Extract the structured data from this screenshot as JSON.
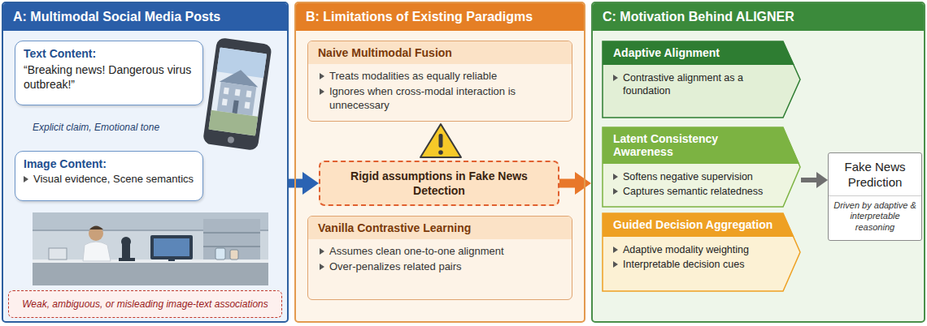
{
  "diagram": {
    "nodes": [
      {
        "text": [
          "A: Multimodal Social Media Posts"
        ]
      },
      {
        "text": [
          "Text Content:",
          "“Breaking news! Dangerous virus outbreak!”"
        ],
        "in": 0
      },
      {
        "text": [
          "Image Content:",
          "Visual evidence, Scene semantics"
        ],
        "in": 0
      },
      {
        "text": [
          "Weak, ambiguous, or misleading image-text associations"
        ],
        "in": 0
      },
      {
        "text": [
          "B: Limitations of Existing Paradigms"
        ]
      },
      {
        "text": [
          "Naive Multimodal Fusion",
          "Treats modalities as equally reliable",
          "Ignores when cross-modal interaction is unnecessary"
        ],
        "in": 4
      },
      {
        "text": [
          "Rigid assumptions in Fake News Detection"
        ],
        "in": 4
      },
      {
        "text": [
          "Vanilla Contrastive Learning",
          "Assumes clean one-to-one alignment",
          "Over-penalizes related pairs"
        ],
        "in": 4
      },
      {
        "text": [
          "C: Motivation Behind ALIGNER"
        ]
      },
      {
        "text": [
          "Adaptive Alignment",
          "Contrastive alignment as a foundation"
        ],
        "in": 8
      },
      {
        "text": [
          "Latent Consistency Awareness",
          "Softens negative supervision",
          "Captures semantic relatedness"
        ],
        "in": 8
      },
      {
        "text": [
          "Guided Decision Aggregation",
          "Adaptive modality weighting",
          "Interpretable decision cues"
        ],
        "in": 8
      },
      {
        "text": [
          "Fake News Prediction",
          "Driven by adaptive & interpretable reasoning"
        ],
        "in": 8
      }
    ],
    "edges": [
      {
        "from": 0,
        "to": 6,
        "arrow": "to"
      },
      {
        "from": 6,
        "to": 8,
        "arrow": "to"
      },
      {
        "from": 10,
        "to": 12,
        "arrow": "to"
      }
    ],
    "labels": [
      "Explicit claim, Emotional tone"
    ]
  }
}
